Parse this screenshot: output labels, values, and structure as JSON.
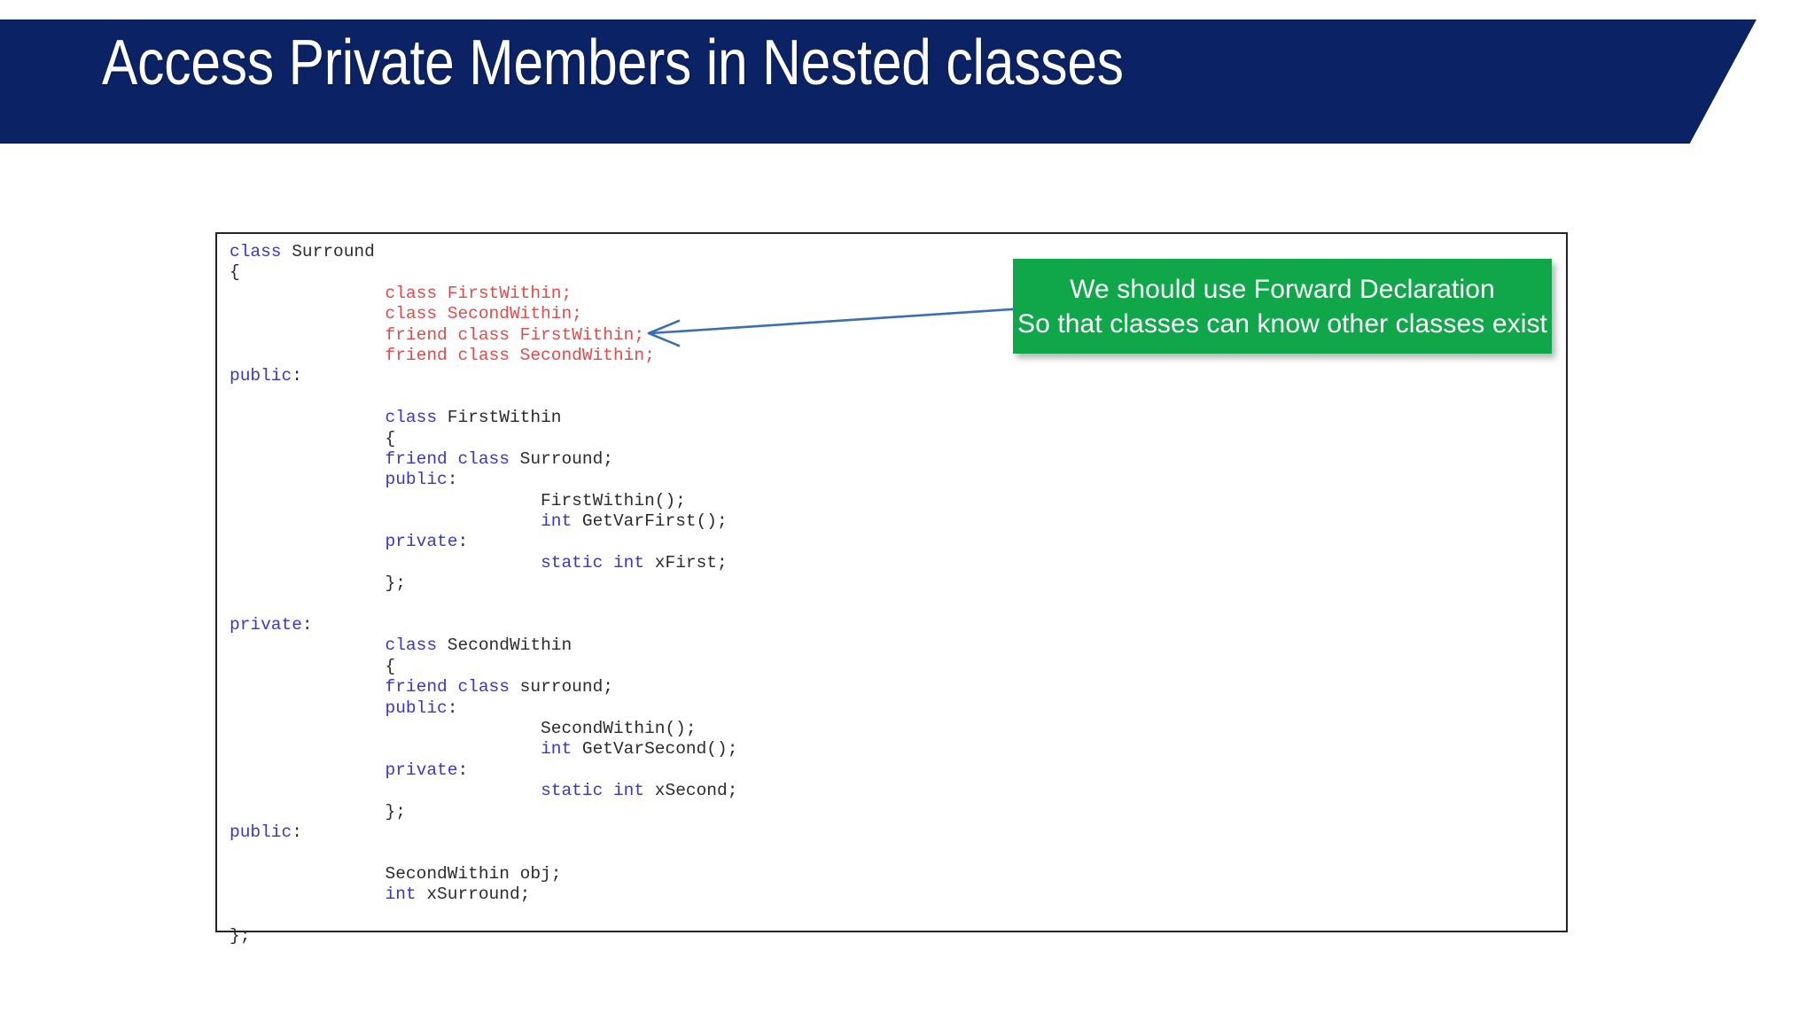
{
  "slide": {
    "title": "Access Private Members in Nested classes",
    "banner_color": "#0B2265",
    "background_color": "#FFFFFF"
  },
  "code_panel": {
    "border_color": "#262130",
    "language": "cpp",
    "colors": {
      "keyword": "#3A36C8",
      "forward_declaration": "#E04B4B",
      "identifier": "#2B2B2B"
    },
    "lines": [
      [
        {
          "t": "class",
          "c": "kw"
        },
        {
          "t": " Surround",
          "c": "id"
        }
      ],
      [
        {
          "t": "{",
          "c": "id"
        }
      ],
      [
        {
          "t": "               class FirstWithin;",
          "c": "fwd"
        }
      ],
      [
        {
          "t": "               class SecondWithin;",
          "c": "fwd"
        }
      ],
      [
        {
          "t": "               friend class FirstWithin;",
          "c": "fwd"
        }
      ],
      [
        {
          "t": "               friend class SecondWithin;",
          "c": "fwd"
        }
      ],
      [
        {
          "t": "public",
          "c": "kw"
        },
        {
          "t": ":",
          "c": "id"
        }
      ],
      [
        {
          "t": "",
          "c": "id"
        }
      ],
      [
        {
          "t": "               ",
          "c": "id"
        },
        {
          "t": "class",
          "c": "kw"
        },
        {
          "t": " FirstWithin",
          "c": "id"
        }
      ],
      [
        {
          "t": "               {",
          "c": "id"
        }
      ],
      [
        {
          "t": "               ",
          "c": "id"
        },
        {
          "t": "friend class",
          "c": "kw"
        },
        {
          "t": " Surround;",
          "c": "id"
        }
      ],
      [
        {
          "t": "               ",
          "c": "id"
        },
        {
          "t": "public",
          "c": "kw"
        },
        {
          "t": ":",
          "c": "id"
        }
      ],
      [
        {
          "t": "                              FirstWithin();",
          "c": "id"
        }
      ],
      [
        {
          "t": "                              ",
          "c": "id"
        },
        {
          "t": "int",
          "c": "kw"
        },
        {
          "t": " GetVarFirst();",
          "c": "id"
        }
      ],
      [
        {
          "t": "               ",
          "c": "id"
        },
        {
          "t": "private",
          "c": "kw"
        },
        {
          "t": ":",
          "c": "id"
        }
      ],
      [
        {
          "t": "                              ",
          "c": "id"
        },
        {
          "t": "static int",
          "c": "kw"
        },
        {
          "t": " xFirst;",
          "c": "id"
        }
      ],
      [
        {
          "t": "               };",
          "c": "id"
        }
      ],
      [
        {
          "t": "",
          "c": "id"
        }
      ],
      [
        {
          "t": "private",
          "c": "kw"
        },
        {
          "t": ":",
          "c": "id"
        }
      ],
      [
        {
          "t": "               ",
          "c": "id"
        },
        {
          "t": "class",
          "c": "kw"
        },
        {
          "t": " SecondWithin",
          "c": "id"
        }
      ],
      [
        {
          "t": "               {",
          "c": "id"
        }
      ],
      [
        {
          "t": "               ",
          "c": "id"
        },
        {
          "t": "friend class",
          "c": "kw"
        },
        {
          "t": " surround;",
          "c": "id"
        }
      ],
      [
        {
          "t": "               ",
          "c": "id"
        },
        {
          "t": "public",
          "c": "kw"
        },
        {
          "t": ":",
          "c": "id"
        }
      ],
      [
        {
          "t": "                              SecondWithin();",
          "c": "id"
        }
      ],
      [
        {
          "t": "                              ",
          "c": "id"
        },
        {
          "t": "int",
          "c": "kw"
        },
        {
          "t": " GetVarSecond();",
          "c": "id"
        }
      ],
      [
        {
          "t": "               ",
          "c": "id"
        },
        {
          "t": "private",
          "c": "kw"
        },
        {
          "t": ":",
          "c": "id"
        }
      ],
      [
        {
          "t": "                              ",
          "c": "id"
        },
        {
          "t": "static int",
          "c": "kw"
        },
        {
          "t": " xSecond;",
          "c": "id"
        }
      ],
      [
        {
          "t": "               };",
          "c": "id"
        }
      ],
      [
        {
          "t": "public",
          "c": "kw"
        },
        {
          "t": ":",
          "c": "id"
        }
      ],
      [
        {
          "t": "",
          "c": "id"
        }
      ],
      [
        {
          "t": "               SecondWithin obj;",
          "c": "id"
        }
      ],
      [
        {
          "t": "               ",
          "c": "id"
        },
        {
          "t": "int",
          "c": "kw"
        },
        {
          "t": " xSurround;",
          "c": "id"
        }
      ],
      [
        {
          "t": "",
          "c": "id"
        }
      ],
      [
        {
          "t": "};",
          "c": "id"
        }
      ]
    ]
  },
  "callout": {
    "background_color": "#10A64A",
    "text_color": "#FFFFFF",
    "line1": "We should use Forward Declaration",
    "line2": "So that classes can know other classes exist"
  },
  "annotation_arrow": {
    "color": "#3A6FB5",
    "direction": "left",
    "description": "arrow-pointing-to-forward-declaration-lines"
  }
}
